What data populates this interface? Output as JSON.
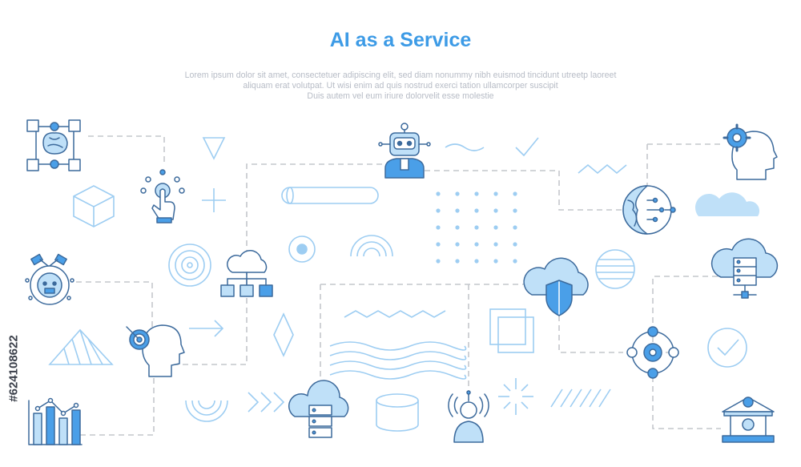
{
  "title": "AI as a Service",
  "description": [
    "Lorem ipsum dolor sit amet, consectetuer adipiscing elit, sed diam nonummy nibh euismod tincidunt utreetp laoreet",
    "aliquam erat volutpat. Ut wisi enim ad  quis nostrud exerci tation ullamcorper suscipit",
    "Duis autem vel eum iriure dolorvelit esse molestie"
  ],
  "side_code": "#624108622",
  "colors": {
    "accent": "#3d9be6",
    "stroke": "#3c6a9c",
    "light": "#bfe0f8",
    "dash": "#c4c7cc"
  },
  "icons": [
    "brain-network-icon",
    "touch-hand-icon",
    "robot-head-icon",
    "world-network-icon",
    "head-gear-icon",
    "satellite-robot-icon",
    "cloud-hierarchy-icon",
    "cloud-shield-icon",
    "cloud-server-icon",
    "head-target-icon",
    "gear-cycle-icon",
    "bar-chart-icon",
    "cloud-database-icon",
    "user-signal-icon",
    "bank-dollar-icon"
  ]
}
